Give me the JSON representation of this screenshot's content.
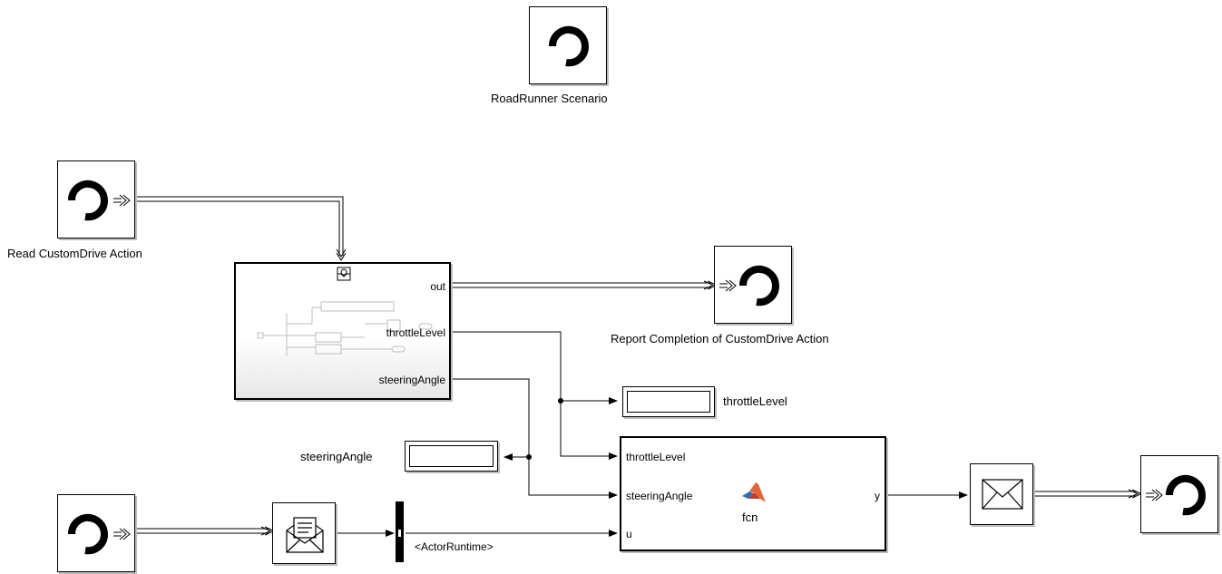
{
  "blocks": {
    "roadrunner_scenario": {
      "label": "RoadRunner Scenario",
      "icon": "roadrunner-refresh-icon"
    },
    "read_customdrive": {
      "label": "Read CustomDrive Action",
      "icon": "roadrunner-refresh-icon"
    },
    "report_completion": {
      "label": "Report Completion of CustomDrive Action",
      "icon": "roadrunner-refresh-icon"
    },
    "stateflow_chart": {
      "ports_out": [
        "out",
        "throttleLevel",
        "steeringAngle"
      ],
      "icon": "message-receive-icon"
    },
    "display_throttle": {
      "label": "throttleLevel"
    },
    "display_steering": {
      "label": "steeringAngle"
    },
    "matlab_function": {
      "name": "fcn",
      "inputs": [
        "throttleLevel",
        "steeringAngle",
        "u"
      ],
      "output": "y",
      "icon": "matlab-logo-icon"
    },
    "bus_selector": {
      "signal": "<ActorRuntime>"
    },
    "message_receive": {
      "icon": "envelope-letter-icon"
    },
    "message_send": {
      "icon": "envelope-icon"
    }
  },
  "colors": {
    "line": "#000000",
    "shadow": "#bdbdbd",
    "matlab_orange": "#e16737",
    "matlab_blue": "#2a6ebb"
  }
}
